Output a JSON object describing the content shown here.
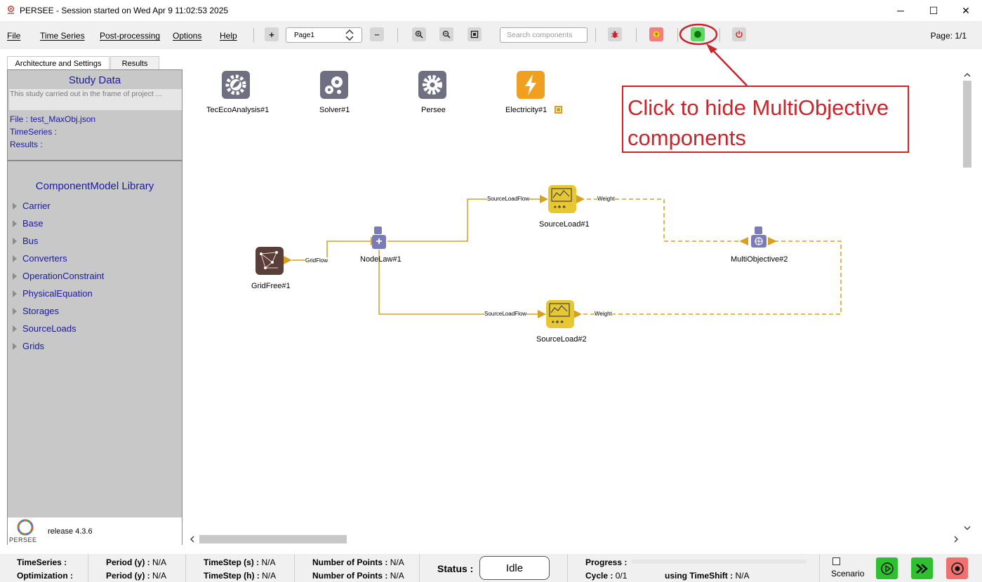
{
  "window": {
    "title": "PERSEE - Session started on Wed Apr 9 11:02:53 2025",
    "minimize": "─",
    "maximize": "☐",
    "close": "✕"
  },
  "menu": {
    "file": "File",
    "time_series": "Time Series",
    "post_processing": "Post-processing",
    "options": "Options",
    "help": "Help"
  },
  "toolbar": {
    "add_page": "+",
    "remove_page": "−",
    "page_select_value": "Page1",
    "search_placeholder": "Search components",
    "page_count": "Page: 1/1",
    "icons": [
      "zoom-in-icon",
      "zoom-out-icon",
      "fit-view-icon",
      "bug-icon",
      "help-icon",
      "toggle-multiobjective-icon",
      "power-icon"
    ],
    "colors": {
      "bug": "#c8252c",
      "help": "#f08080",
      "toggle": "#27b227",
      "power": "#d22"
    }
  },
  "tabs": [
    {
      "label": "Architecture and Settings",
      "active": true
    },
    {
      "label": "Results",
      "active": false
    }
  ],
  "study": {
    "title": "Study Data",
    "description": "This study carried out in the frame of project ...",
    "file": "File : test_MaxObj.json",
    "timeseries": "TimeSeries :",
    "results": "Results :"
  },
  "library": {
    "title": "ComponentModel Library",
    "items": [
      "Carrier",
      "Base",
      "Bus",
      "Converters",
      "OperationConstraint",
      "PhysicalEquation",
      "Storages",
      "SourceLoads",
      "Grids"
    ]
  },
  "release": {
    "logo_text": "PERSEE",
    "version": "release 4.3.6"
  },
  "canvas": {
    "components": [
      {
        "label": "TecEcoAnalysis#1",
        "icon": "eco-gear-icon"
      },
      {
        "label": "Solver#1",
        "icon": "gears-icon"
      },
      {
        "label": "Persee",
        "icon": "gear-icon"
      },
      {
        "label": "Electricity#1",
        "icon": "lightning-icon"
      },
      {
        "label": "GridFree#1",
        "icon": "grid-network-icon"
      },
      {
        "label": "NodeLaw#1",
        "icon": "node-plus-icon"
      },
      {
        "label": "SourceLoad#1",
        "icon": "sourceload-chart-icon"
      },
      {
        "label": "SourceLoad#2",
        "icon": "sourceload-chart-icon"
      },
      {
        "label": "MultiObjective#2",
        "icon": "multiobjective-icon"
      }
    ],
    "links": {
      "gridflow": "GridFlow",
      "sourceloadflow_1": "SourceLoadFlow",
      "sourceloadflow_2": "SourceLoadFlow",
      "weight_1": "Weight",
      "weight_2": "Weight"
    },
    "colors": {
      "flow": "#d7a01e",
      "selected": "#d7a01e"
    }
  },
  "callout": {
    "line1": "Click to hide MultiObjective",
    "line2": "components",
    "color": "#c8252c"
  },
  "status": {
    "ts_label": "TimeSeries :",
    "opt_label": "Optimization :",
    "period_y1": "Period (y) :",
    "period_y1_val": "N/A",
    "period_y2": "Period (y) :",
    "period_y2_val": "N/A",
    "timestep_s": "TimeStep (s) :",
    "timestep_s_val": "N/A",
    "timestep_h": "TimeStep (h) :",
    "timestep_h_val": "N/A",
    "npoints1": "Number of Points :",
    "npoints1_val": "N/A",
    "npoints2": "Number of Points :",
    "npoints2_val": "N/A",
    "status_label": "Status :",
    "status_value": "Idle",
    "progress_label": "Progress :",
    "progress": 0,
    "cycle_label": "Cycle :",
    "cycle_value": "0/1",
    "timeshift_label": "using TimeShift :",
    "timeshift_value": "N/A",
    "scenario_label": "Scenario",
    "colors": {
      "run": "#2fc02f",
      "stop": "#f07070"
    }
  }
}
